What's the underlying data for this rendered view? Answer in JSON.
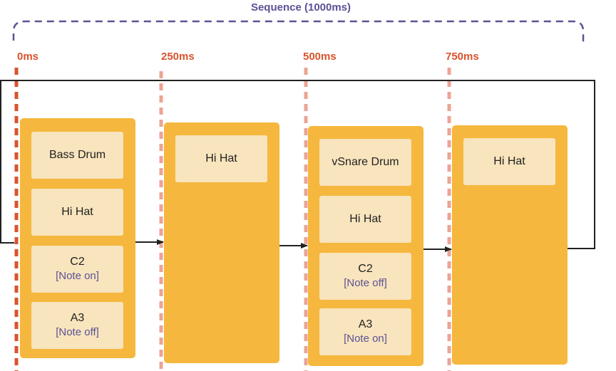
{
  "title": "Sequence (1000ms)",
  "colors": {
    "bracket": "#5b5295",
    "time_strong": "#d9532c",
    "time_light": "#eba494",
    "column_fill": "#f5b73d",
    "event_fill": "#f8e4bd",
    "note_text": "#5b5295",
    "connector": "#222222"
  },
  "columns": [
    {
      "time": "0ms",
      "events": [
        {
          "label": "Bass Drum",
          "sub": ""
        },
        {
          "label": "Hi Hat",
          "sub": ""
        },
        {
          "label": "C2",
          "sub": "[Note on]"
        },
        {
          "label": "A3",
          "sub": "[Note off]"
        }
      ]
    },
    {
      "time": "250ms",
      "events": [
        {
          "label": "Hi Hat",
          "sub": ""
        }
      ]
    },
    {
      "time": "500ms",
      "events": [
        {
          "label": "vSnare Drum",
          "sub": ""
        },
        {
          "label": "Hi Hat",
          "sub": ""
        },
        {
          "label": "C2",
          "sub": "[Note off]"
        },
        {
          "label": "A3",
          "sub": "[Note on]"
        }
      ]
    },
    {
      "time": "750ms",
      "events": [
        {
          "label": "Hi Hat",
          "sub": ""
        }
      ]
    }
  ]
}
